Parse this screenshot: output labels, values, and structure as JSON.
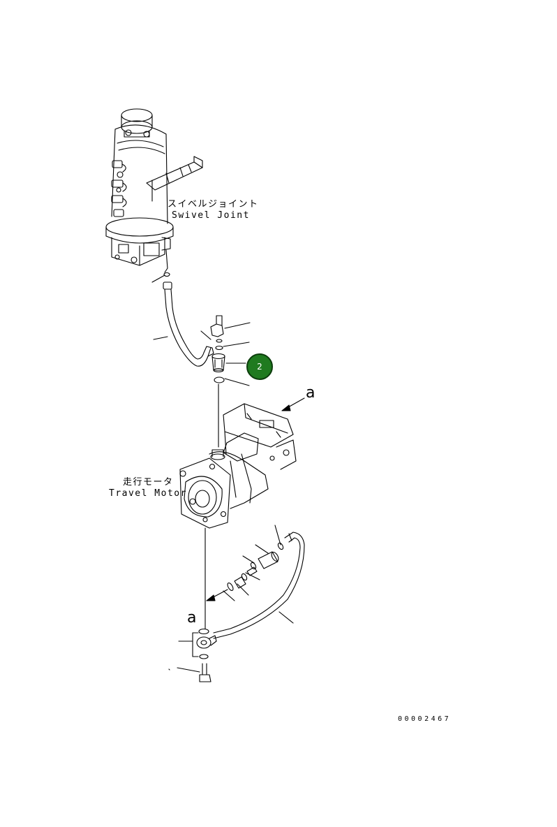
{
  "labels": {
    "swivel_joint_jp": "スイベルジョイント",
    "swivel_joint_en": "Swivel Joint",
    "travel_motor_jp": "走行モータ",
    "travel_motor_en": "Travel Motor",
    "reference_mark_top": "a",
    "reference_mark_bottom": "a"
  },
  "callouts": [
    {
      "number": "2",
      "color": "#1f7a1f"
    }
  ],
  "drawing_number": "00002467",
  "colors": {
    "line": "#000000",
    "callout_fill": "#1f7a1f",
    "background": "#ffffff"
  }
}
